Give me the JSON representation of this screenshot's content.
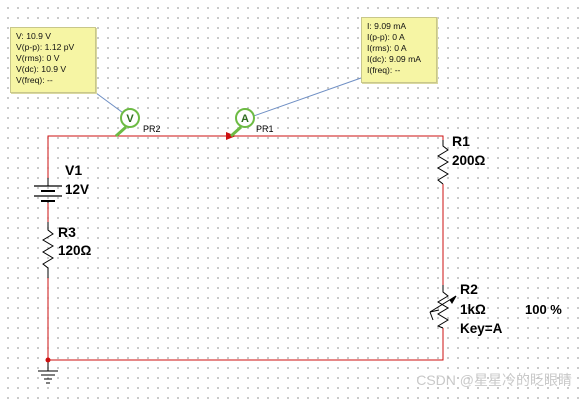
{
  "probes": {
    "voltage": {
      "badge": "V",
      "name": "PR2",
      "readouts": [
        "V: 10.9 V",
        "V(p-p): 1.12 pV",
        "V(rms): 0 V",
        "V(dc): 10.9 V",
        "V(freq): --"
      ]
    },
    "current": {
      "badge": "A",
      "name": "PR1",
      "readouts": [
        "I: 9.09 mA",
        "I(p-p): 0 A",
        "I(rms): 0 A",
        "I(dc): 9.09 mA",
        "I(freq): --"
      ]
    }
  },
  "components": {
    "v1": {
      "label": "V1",
      "value": "12V"
    },
    "r3": {
      "label": "R3",
      "value": "120Ω"
    },
    "r1": {
      "label": "R1",
      "value": "200Ω"
    },
    "r2": {
      "label": "R2",
      "value": "1kΩ",
      "key": "Key=A",
      "percent": "100 %"
    }
  },
  "watermark": "CSDN @星星冷的眨眼睛",
  "colors": {
    "wire": "#cc1111",
    "component": "#000000",
    "probe_green": "#6dbb44",
    "probe_leader": "#6f8fc4",
    "tooltip_bg": "#f6f5a4",
    "node": "#cc1111"
  }
}
